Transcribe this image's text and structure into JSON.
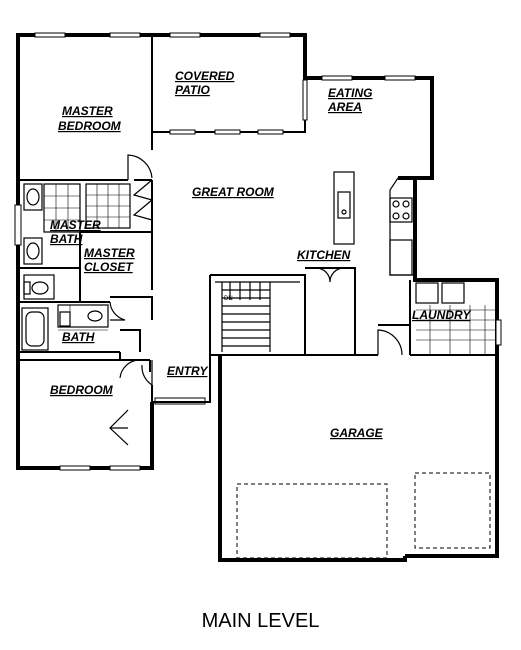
{
  "rooms": {
    "master_bedroom": [
      "MASTER",
      "BEDROOM"
    ],
    "covered_patio": [
      "COVERED",
      "PATIO"
    ],
    "eating_area": [
      "EATING",
      "AREA"
    ],
    "great_room": "GREAT ROOM",
    "master_bath": [
      "MASTER",
      "BATH"
    ],
    "master_closet": [
      "MASTER",
      "CLOSET"
    ],
    "kitchen": "KITCHEN",
    "laundry": "LAUNDRY",
    "bath": "BATH",
    "entry": "ENTRY",
    "bedroom": "BEDROOM",
    "garage": "GARAGE"
  },
  "stair_note": "DN",
  "caption": "MAIN LEVEL"
}
